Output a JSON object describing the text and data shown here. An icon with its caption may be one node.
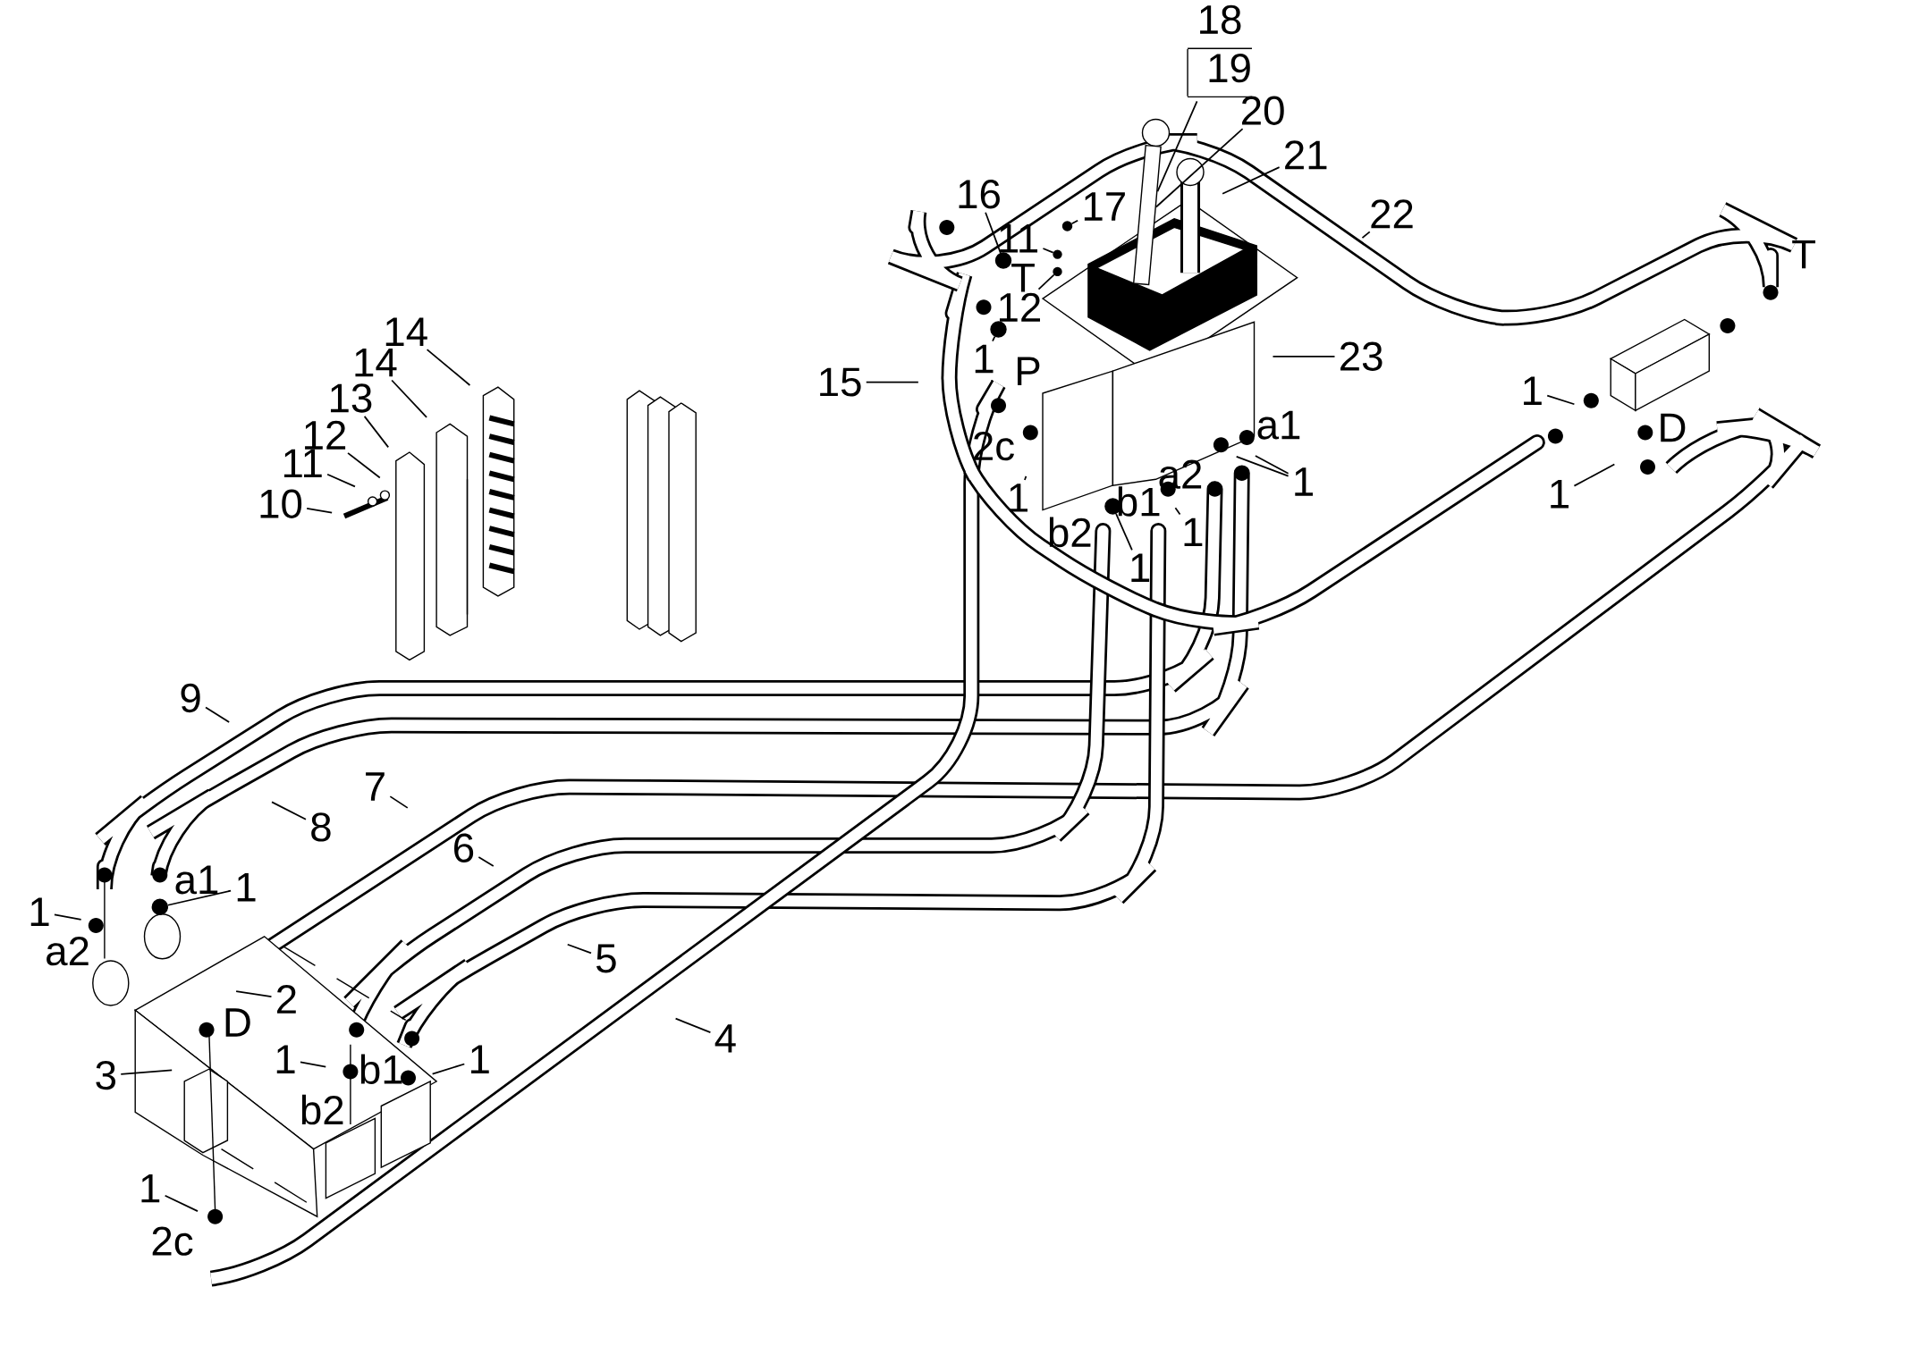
{
  "diagram": {
    "nodes": [
      {
        "text": [
          "18",
          "19"
        ]
      },
      {
        "text": [
          "20"
        ]
      },
      {
        "text": [
          "21"
        ]
      },
      {
        "text": [
          "22"
        ]
      },
      {
        "text": [
          "16"
        ]
      },
      {
        "text": [
          "17"
        ]
      },
      {
        "text": [
          "11"
        ]
      },
      {
        "text": [
          "12"
        ]
      },
      {
        "text": [
          "1"
        ]
      },
      {
        "text": [
          "15"
        ]
      },
      {
        "text": [
          "23"
        ]
      },
      {
        "text": [
          "1"
        ]
      },
      {
        "text": [
          "1"
        ]
      },
      {
        "text": [
          "1"
        ]
      },
      {
        "text": [
          "1"
        ]
      },
      {
        "text": [
          "1"
        ]
      },
      {
        "text": [
          "1"
        ]
      },
      {
        "text": [
          "14"
        ]
      },
      {
        "text": [
          "14"
        ]
      },
      {
        "text": [
          "13"
        ]
      },
      {
        "text": [
          "12"
        ]
      },
      {
        "text": [
          "11"
        ]
      },
      {
        "text": [
          "10"
        ]
      },
      {
        "text": [
          "9"
        ]
      },
      {
        "text": [
          "8"
        ]
      },
      {
        "text": [
          "7"
        ]
      },
      {
        "text": [
          "6"
        ]
      },
      {
        "text": [
          "5"
        ]
      },
      {
        "text": [
          "4"
        ]
      },
      {
        "text": [
          "1"
        ]
      },
      {
        "text": [
          "1"
        ]
      },
      {
        "text": [
          "2"
        ]
      },
      {
        "text": [
          "3"
        ]
      },
      {
        "text": [
          "1"
        ]
      },
      {
        "text": [
          "1"
        ]
      },
      {
        "text": [
          "1"
        ]
      },
      {
        "text": [],
        "shape": "circle"
      },
      {
        "text": [],
        "shape": "circle"
      },
      {
        "text": [],
        "shape": "circle"
      },
      {
        "text": [],
        "shape": "circle"
      },
      {
        "text": [],
        "shape": "circle"
      },
      {
        "text": [],
        "shape": "circle"
      },
      {
        "text": [],
        "shape": "circle"
      },
      {
        "text": [],
        "shape": "bar"
      }
    ],
    "edges": [
      {
        "from": 0,
        "to": 43,
        "arrow": "none"
      },
      {
        "from": 1,
        "to": 43,
        "arrow": "none"
      },
      {
        "from": 2,
        "to": null,
        "arrow": "none"
      },
      {
        "from": 3,
        "to": null,
        "arrow": "none"
      },
      {
        "from": 4,
        "to": 36,
        "arrow": "none"
      },
      {
        "from": 5,
        "to": 37,
        "arrow": "none"
      },
      {
        "from": 6,
        "to": 38,
        "arrow": "none"
      },
      {
        "from": 7,
        "to": 39,
        "arrow": "none"
      },
      {
        "from": 8,
        "to": 40,
        "arrow": "none"
      },
      {
        "from": 9,
        "to": null,
        "arrow": "none"
      },
      {
        "from": 10,
        "to": null,
        "arrow": "none"
      },
      {
        "from": 11,
        "to": null,
        "arrow": "none"
      },
      {
        "from": 12,
        "to": null,
        "arrow": "none"
      },
      {
        "from": 12,
        "to": null,
        "arrow": "none"
      },
      {
        "from": 13,
        "to": null,
        "arrow": "none"
      },
      {
        "from": 14,
        "to": 41,
        "arrow": "none"
      },
      {
        "from": 15,
        "to": null,
        "arrow": "none"
      },
      {
        "from": 16,
        "to": null,
        "arrow": "none"
      },
      {
        "from": 17,
        "to": null,
        "arrow": "none"
      },
      {
        "from": 18,
        "to": null,
        "arrow": "none"
      },
      {
        "from": 19,
        "to": null,
        "arrow": "none"
      },
      {
        "from": 20,
        "to": null,
        "arrow": "none"
      },
      {
        "from": 21,
        "to": null,
        "arrow": "none"
      },
      {
        "from": 22,
        "to": null,
        "arrow": "none"
      },
      {
        "from": 23,
        "to": null,
        "arrow": "none"
      },
      {
        "from": 24,
        "to": null,
        "arrow": "none"
      },
      {
        "from": 25,
        "to": null,
        "arrow": "none"
      },
      {
        "from": 26,
        "to": null,
        "arrow": "none"
      },
      {
        "from": 27,
        "to": null,
        "arrow": "none"
      },
      {
        "from": 28,
        "to": null,
        "arrow": "none"
      },
      {
        "from": 29,
        "to": null,
        "arrow": "none"
      },
      {
        "from": 30,
        "to": 42,
        "arrow": "none"
      },
      {
        "from": 31,
        "to": null,
        "arrow": "none"
      },
      {
        "from": 32,
        "to": null,
        "arrow": "none"
      },
      {
        "from": 33,
        "to": null,
        "arrow": "none"
      },
      {
        "from": 34,
        "to": null,
        "arrow": "none"
      },
      {
        "from": 35,
        "to": null,
        "arrow": "none"
      }
    ],
    "labels": [
      "T",
      "P",
      "2c",
      "a1",
      "a2",
      "b1",
      "b2",
      "T",
      "D",
      "a1",
      "a2",
      "D",
      "b1",
      "b2",
      "2c"
    ]
  }
}
